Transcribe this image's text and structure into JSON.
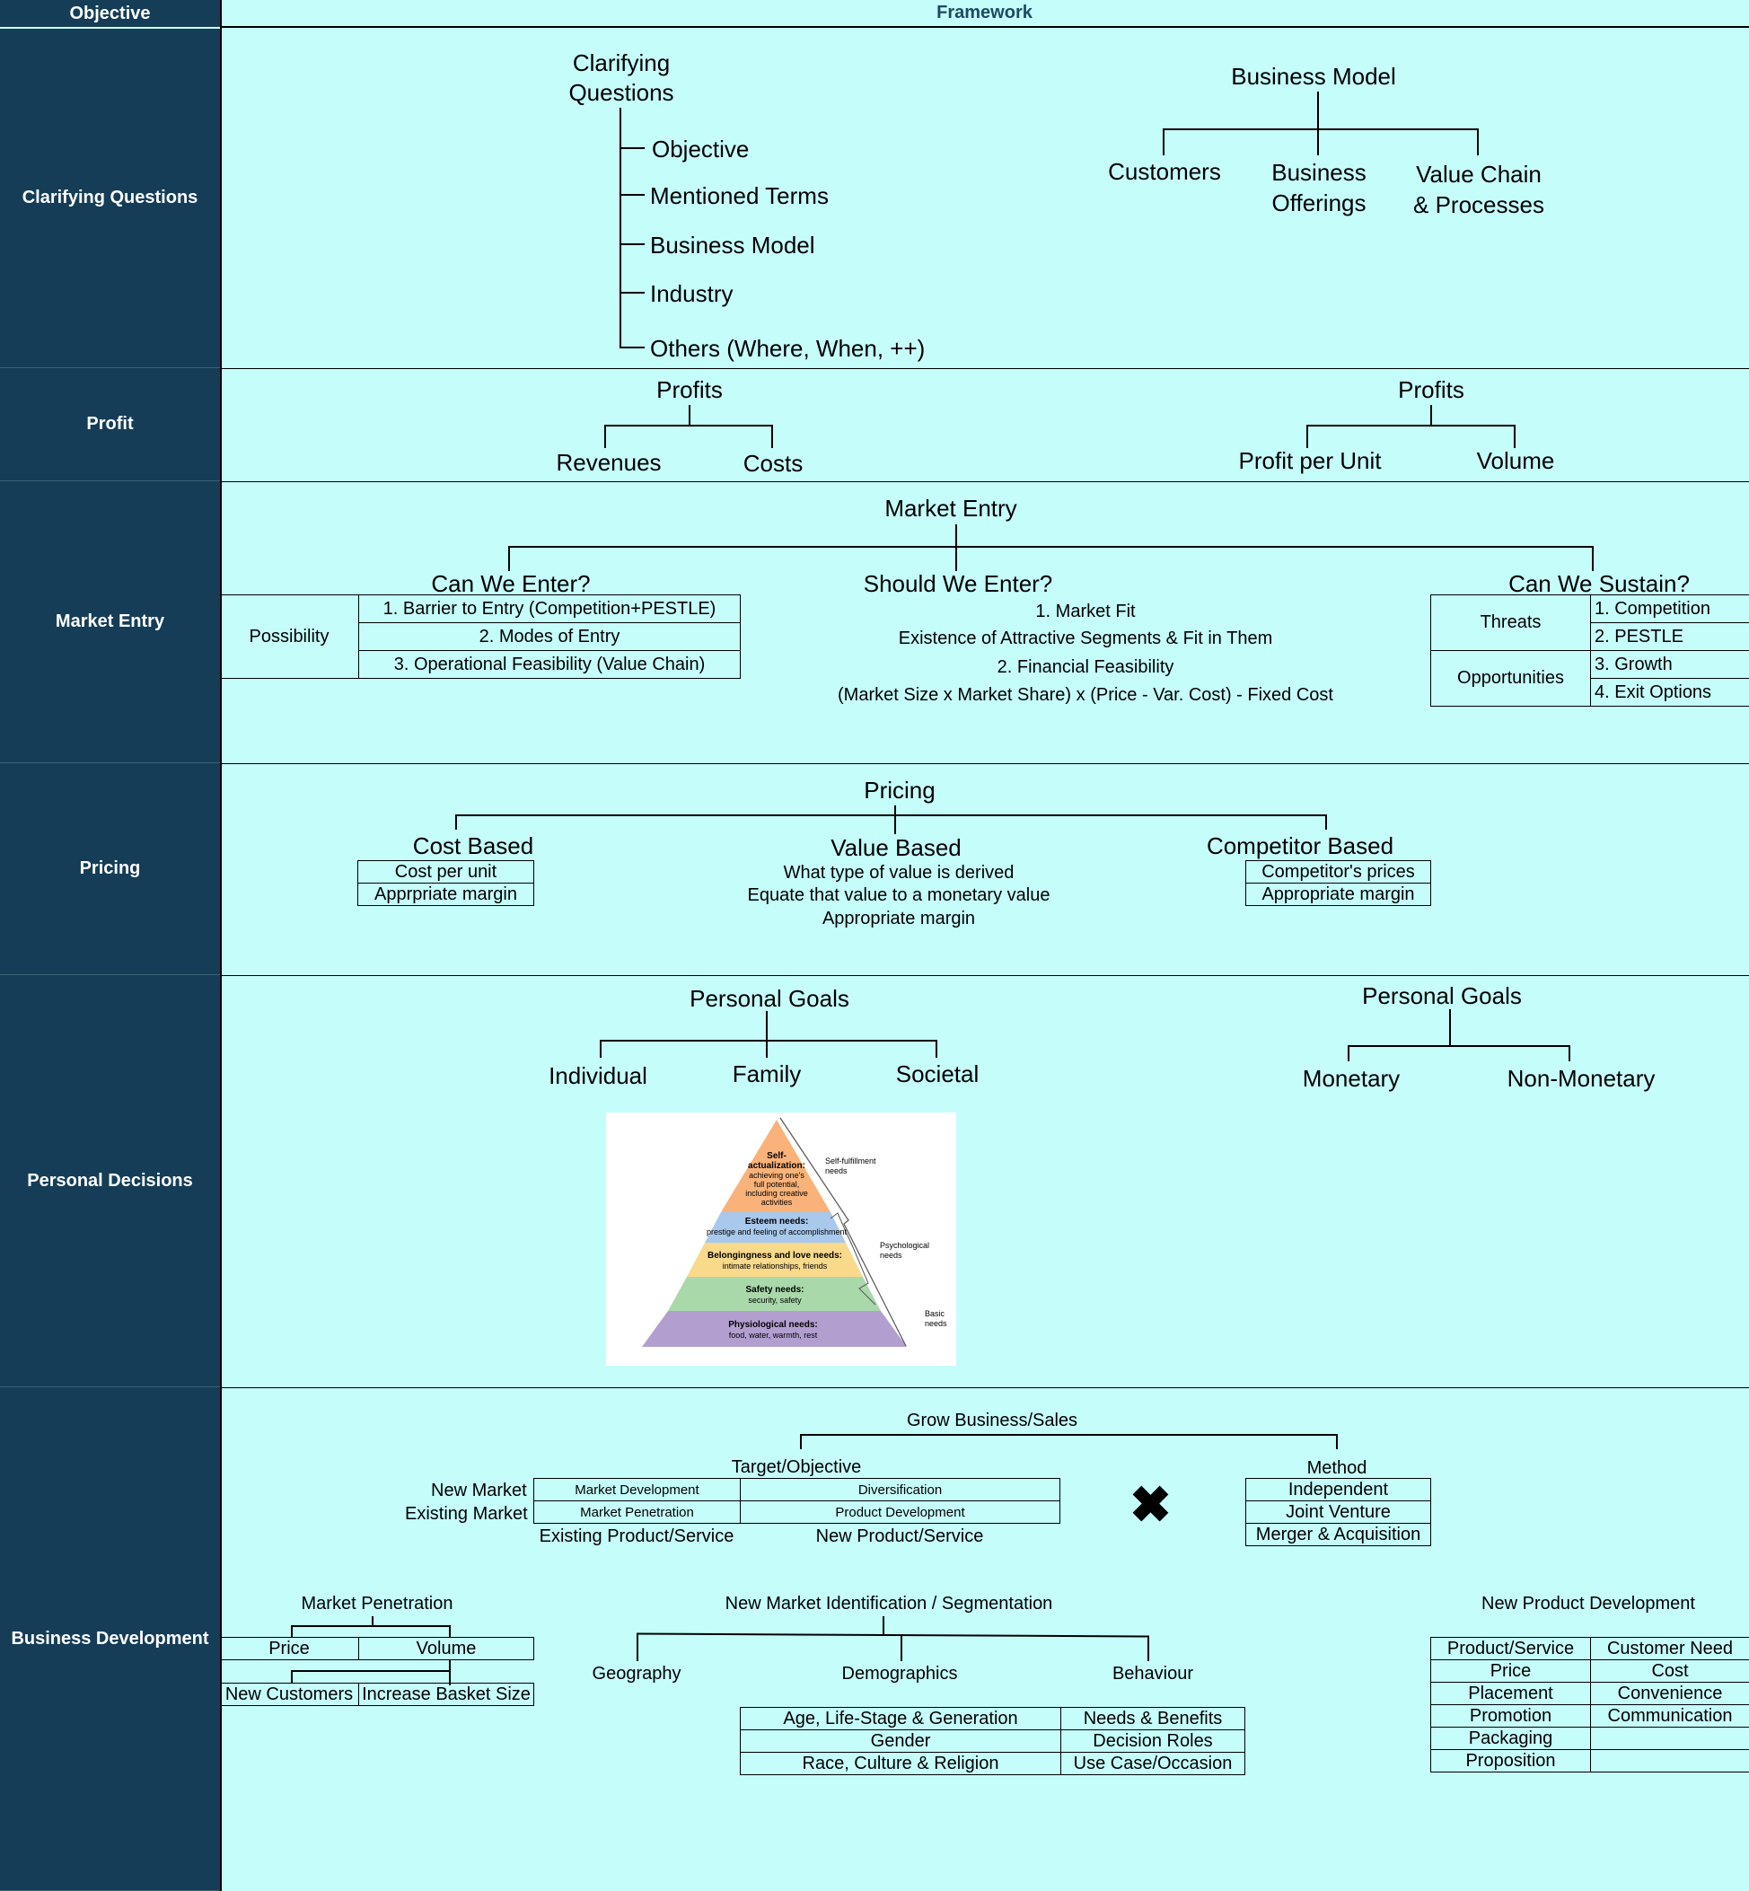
{
  "header": {
    "objective": "Objective",
    "framework": "Framework"
  },
  "rows": {
    "clarifying": "Clarifying Questions",
    "profit": "Profit",
    "market_entry": "Market Entry",
    "pricing": "Pricing",
    "personal": "Personal Decisions",
    "bizdev": "Business Development"
  },
  "clarifying": {
    "title_l1": "Clarifying",
    "title_l2": "Questions",
    "items": [
      "Objective",
      "Mentioned Terms",
      "Business Model",
      "Industry",
      "Others (Where, When, ++)"
    ],
    "bm_title": "Business Model",
    "bm_customers": "Customers",
    "bm_offer_l1": "Business",
    "bm_offer_l2": "Offerings",
    "bm_value_l1": "Value Chain",
    "bm_value_l2": "& Processes"
  },
  "profit": {
    "left_title": "Profits",
    "revenues": "Revenues",
    "costs": "Costs",
    "right_title": "Profits",
    "per_unit": "Profit per Unit",
    "volume": "Volume"
  },
  "market_entry": {
    "title": "Market Entry",
    "can_enter": "Can We Enter?",
    "should_enter": "Should We Enter?",
    "can_sustain": "Can We Sustain?",
    "possibility": "Possibility",
    "possibility_items": [
      "1. Barrier to Entry (Competition+PESTLE)",
      "2. Modes of Entry",
      "3. Operational Feasibility (Value Chain)"
    ],
    "should_lines": [
      "1. Market Fit",
      "Existence of Attractive Segments & Fit in Them",
      "2. Financial Feasibility",
      "(Market Size x Market Share) x (Price - Var. Cost) - Fixed Cost"
    ],
    "threats": "Threats",
    "opportunities": "Opportunities",
    "sustain_items": [
      "1. Competition",
      "2. PESTLE",
      "3. Growth",
      "4. Exit Options"
    ]
  },
  "pricing": {
    "title": "Pricing",
    "cost_based": "Cost Based",
    "cost_items": [
      "Cost per unit",
      "Apprpriate margin"
    ],
    "value_based": "Value Based",
    "value_lines": [
      "What type of value is derived",
      "Equate that value to a monetary value",
      "Appropriate margin"
    ],
    "competitor_based": "Competitor Based",
    "competitor_items": [
      "Competitor's prices",
      "Appropriate margin"
    ]
  },
  "personal": {
    "left_title": "Personal Goals",
    "individual": "Individual",
    "family": "Family",
    "societal": "Societal",
    "right_title": "Personal Goals",
    "monetary": "Monetary",
    "non_monetary": "Non-Monetary",
    "pyramid": {
      "self_t1": "Self-",
      "self_t2": "actualization:",
      "self_d1": "achieving one's",
      "self_d2": "full potential,",
      "self_d3": "including creative",
      "self_d4": "activities",
      "esteem_t": "Esteem needs:",
      "esteem_d": "prestige and feeling of accomplishment",
      "belong_t": "Belongingness and love needs:",
      "belong_d": "intimate relationships, friends",
      "safety_t": "Safety needs:",
      "safety_d": "security, safety",
      "phys_t": "Physiological needs:",
      "phys_d": "food, water, warmth, rest",
      "side_self_1": "Self-fulfillment",
      "side_self_2": "needs",
      "side_psych_1": "Psychological",
      "side_psych_2": "needs",
      "side_basic_1": "Basic",
      "side_basic_2": "needs"
    }
  },
  "bizdev": {
    "title": "Grow Business/Sales",
    "target": "Target/Objective",
    "method": "Method",
    "new_market": "New Market",
    "existing_market": "Existing Market",
    "market_development": "Market Development",
    "diversification": "Diversification",
    "market_penetration": "Market Penetration",
    "product_development": "Product Development",
    "existing_product": "Existing Product/Service",
    "new_product": "New Product/Service",
    "cross": "✖",
    "method_items": [
      "Independent",
      "Joint Venture",
      "Merger & Acquisition"
    ],
    "mp_title": "Market Penetration",
    "price": "Price",
    "volume": "Volume",
    "new_customers": "New Customers",
    "basket": "Increase Basket Size",
    "seg_title": "New Market Identification / Segmentation",
    "geography": "Geography",
    "demographics": "Demographics",
    "behaviour": "Behaviour",
    "demo_items": [
      "Age, Life-Stage & Generation",
      "Gender",
      "Race, Culture & Religion"
    ],
    "behav_items": [
      "Needs & Benefits",
      "Decision Roles",
      "Use Case/Occasion"
    ],
    "npd_title": "New Product Development",
    "npd_left": [
      "Product/Service",
      "Price",
      "Placement",
      "Promotion",
      "Packaging",
      "Proposition"
    ],
    "npd_right": [
      "Customer Need",
      "Cost",
      "Convenience",
      "Communication",
      "",
      ""
    ]
  }
}
